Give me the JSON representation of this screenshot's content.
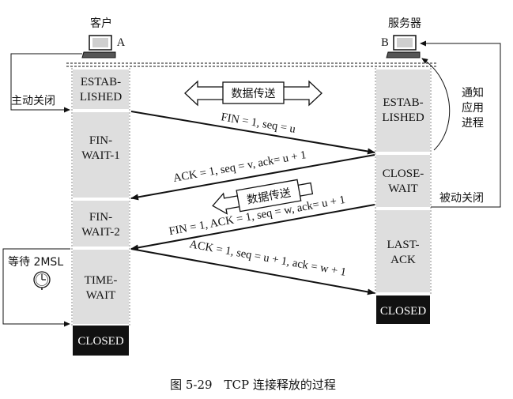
{
  "client": {
    "label": "客户",
    "id": "A"
  },
  "server": {
    "label": "服务器",
    "id": "B"
  },
  "client_states": [
    "ESTAB-\nLISHED",
    "FIN-\nWAIT-1",
    "FIN-\nWAIT-2",
    "TIME-\nWAIT",
    "CLOSED"
  ],
  "server_states": [
    "ESTAB-\nLISHED",
    "CLOSE-\nWAIT",
    "LAST-\nACK",
    "CLOSED"
  ],
  "messages": [
    "FIN = 1, seq = u",
    "ACK = 1, seq = v, ack= u + 1",
    "FIN = 1, ACK = 1, seq = w, ack= u + 1",
    "ACK = 1, seq = u + 1, ack = w + 1"
  ],
  "labels": {
    "active_close": "主动关闭",
    "passive_close": "被动关闭",
    "notify_app": "通知\n应用\n进程",
    "wait_2msl": "等待 2MSL",
    "data_transfer_both": "数据传送",
    "data_transfer_one": "数据传送"
  },
  "caption": "图 5-29　TCP 连接释放的过程"
}
